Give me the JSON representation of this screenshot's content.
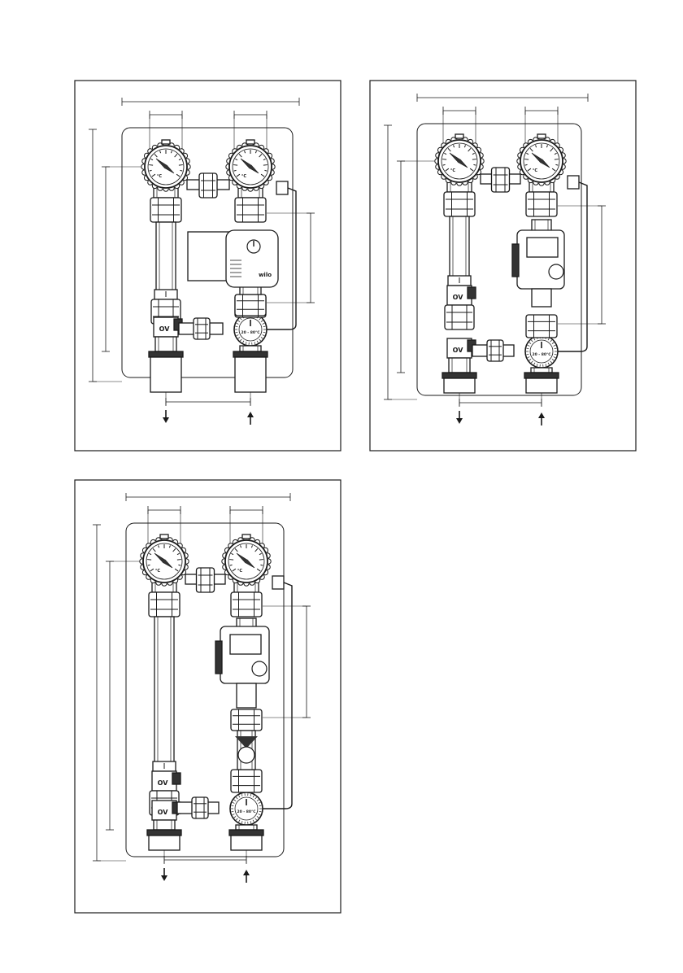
{
  "labels": {
    "ov": "OV",
    "temp_scale": "20 - 80°C",
    "brand": "wilo",
    "deg_c": "°C"
  },
  "panels": [
    {
      "id": "panel-1",
      "pump": "wilo-classic"
    },
    {
      "id": "panel-2",
      "pump": "electronic"
    },
    {
      "id": "panel-3",
      "pump": "electronic-with-valve"
    }
  ],
  "colors": {
    "line": "#1a1a1a",
    "fill": "#ffffff",
    "shade": "#cfcfcf",
    "dark": "#333333"
  }
}
